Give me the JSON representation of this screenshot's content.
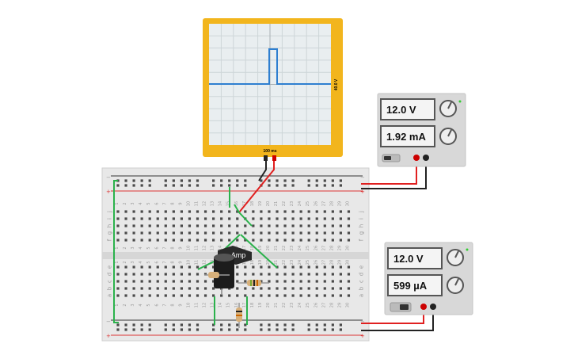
{
  "oscilloscope": {
    "time_label": "100 ms",
    "voltage_label": "40.0 V",
    "frame_color": "#f2b51d",
    "trace_color": "#2f7fd0"
  },
  "power_supply_top": {
    "voltage": "12.0 V",
    "current": "1.92 mA"
  },
  "power_supply_bottom": {
    "voltage": "12.0 V",
    "current": "599 µA"
  },
  "breadboard": {
    "columns": [
      "1",
      "2",
      "3",
      "4",
      "5",
      "6",
      "7",
      "8",
      "9",
      "10",
      "11",
      "12",
      "13",
      "14",
      "15",
      "16",
      "17",
      "18",
      "19",
      "20",
      "21",
      "22",
      "23",
      "24",
      "25",
      "26",
      "27",
      "28",
      "29",
      "30"
    ],
    "rows_top": [
      "j",
      "i",
      "h",
      "g",
      "f"
    ],
    "rows_bottom": [
      "e",
      "d",
      "c",
      "b",
      "a"
    ],
    "rail_minus": "−",
    "rail_plus": "+"
  },
  "component": {
    "label": "Amp"
  },
  "colors": {
    "wire_green": "#2bb24c",
    "wire_red": "#e02020",
    "wire_black": "#222222",
    "rail_red": "#d33",
    "rail_blue": "#333"
  }
}
